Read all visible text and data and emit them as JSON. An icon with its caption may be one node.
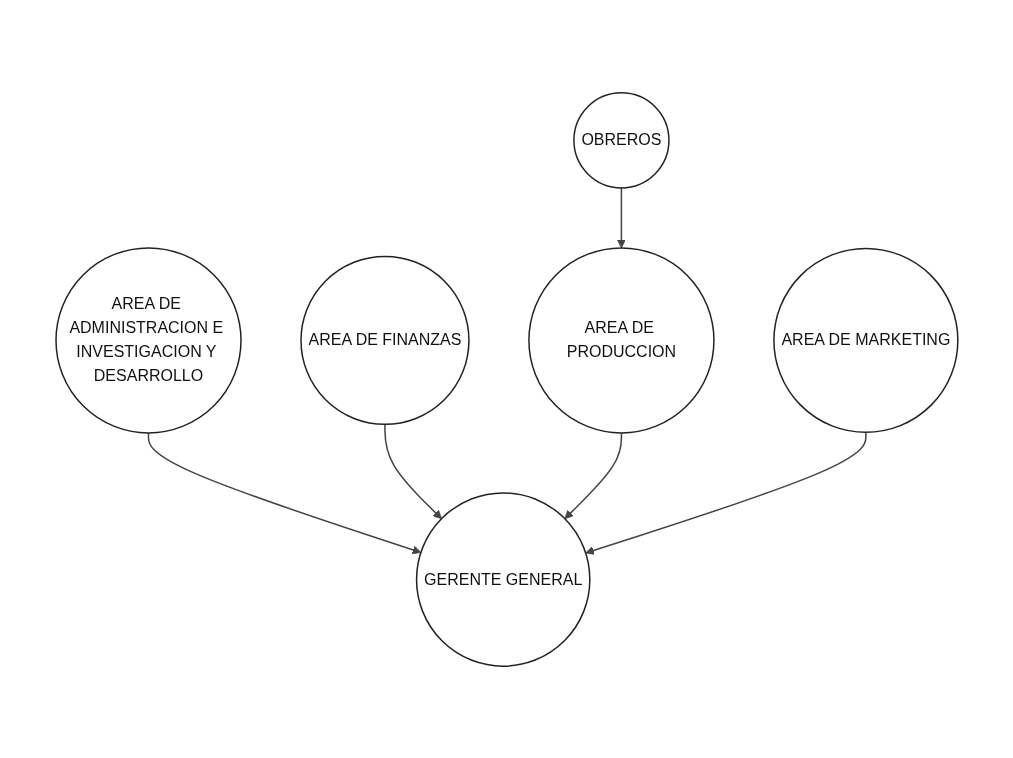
{
  "diagram": {
    "nodes": [
      {
        "text": [
          "AREA DE ADMINISTRACION E INVESTIGACION Y DESARROLLO"
        ]
      },
      {
        "text": [
          "AREA DE FINANZAS"
        ]
      },
      {
        "text": [
          "GERENTE GENERAL"
        ]
      },
      {
        "text": [
          "AREA DE PRODUCCION"
        ]
      },
      {
        "text": [
          "AREA DE MARKETING"
        ]
      },
      {
        "text": [
          "OBREROS"
        ]
      }
    ],
    "edges": [
      {
        "from": 0,
        "to": 2,
        "arrow": "to"
      },
      {
        "from": 1,
        "to": 2,
        "arrow": "to"
      },
      {
        "from": 3,
        "to": 2,
        "arrow": "to"
      },
      {
        "from": 4,
        "to": 2,
        "arrow": "to"
      },
      {
        "from": 5,
        "to": 3,
        "arrow": "to"
      }
    ]
  }
}
